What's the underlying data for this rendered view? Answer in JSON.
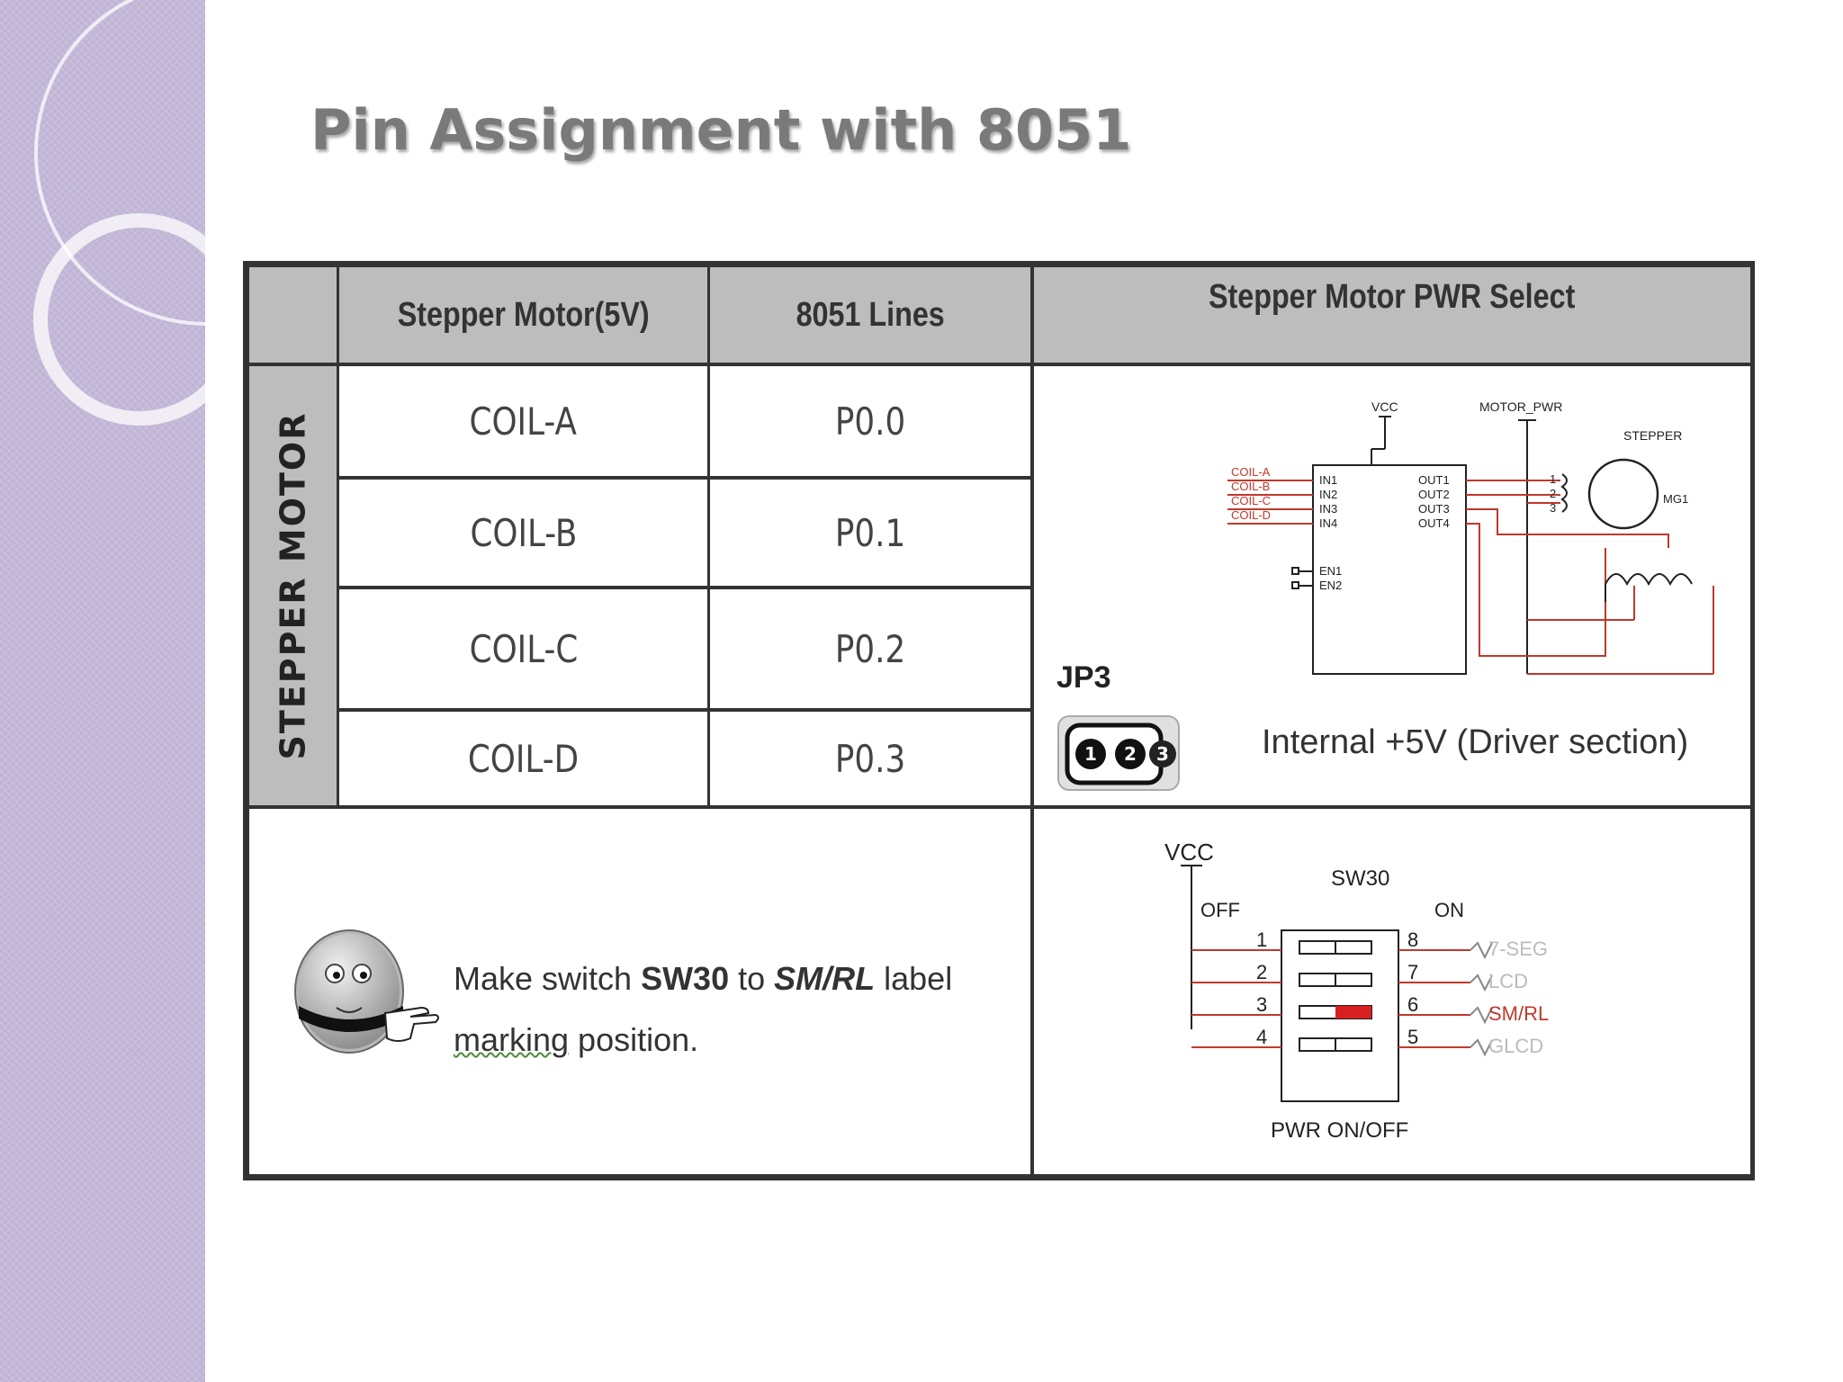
{
  "slide": {
    "title": "Pin Assignment with 8051"
  },
  "table": {
    "headers": {
      "col1": "Stepper Motor(5V)",
      "col2": "8051 Lines",
      "col3": "Stepper Motor PWR Select"
    },
    "side_label": "STEPPER MOTOR",
    "rows": [
      {
        "coil": "COIL-A",
        "line": "P0.0"
      },
      {
        "coil": "COIL-B",
        "line": "P0.1"
      },
      {
        "coil": "COIL-C",
        "line": "P0.2"
      },
      {
        "coil": "COIL-D",
        "line": "P0.3"
      }
    ]
  },
  "driver_schematic": {
    "vcc": "VCC",
    "motor_pwr": "MOTOR_PWR",
    "stepper": "STEPPER",
    "coil_inputs": [
      "COIL-A",
      "COIL-B",
      "COIL-C",
      "COIL-D"
    ],
    "ins": [
      "IN1",
      "IN2",
      "IN3",
      "IN4"
    ],
    "outs": [
      "OUT1",
      "OUT2",
      "OUT3",
      "OUT4"
    ],
    "ens": [
      "EN1",
      "EN2"
    ],
    "pins": [
      "1",
      "2",
      "3"
    ],
    "motor_ref": "MG1",
    "jumper": "JP3",
    "jumper_pins": [
      "1",
      "2",
      "3"
    ],
    "power_note": "Internal +5V (Driver section)"
  },
  "instruction": {
    "part1": "Make  switch ",
    "switch": "SW30",
    "part2": " to ",
    "position": "SM/RL",
    "part3": " label",
    "line2a": "marking",
    "line2b": " position."
  },
  "switch_schematic": {
    "vcc": "VCC",
    "name": "SW30",
    "off": "OFF",
    "on": "ON",
    "left_pins": [
      "1",
      "2",
      "3",
      "4"
    ],
    "right_pins": [
      "8",
      "7",
      "6",
      "5"
    ],
    "outputs": [
      "7-SEG",
      "LCD",
      "SM/RL",
      "GLCD"
    ],
    "caption": "PWR ON/OFF"
  },
  "colors": {
    "sidebar": "#c4b8d8",
    "header_gray": "#bdbdbd",
    "wire_red": "#c0392b",
    "switch_red": "#d82020"
  }
}
